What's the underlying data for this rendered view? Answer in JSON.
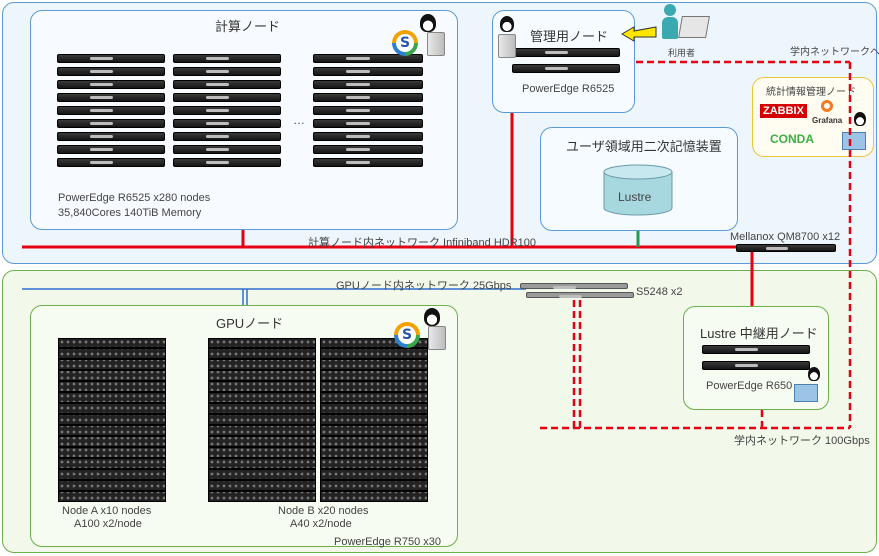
{
  "compute": {
    "title": "計算ノード",
    "ellipsis": "…",
    "model": "PowerEdge R6525 x280 nodes",
    "spec": "35,840Cores 140TiB Memory"
  },
  "management": {
    "title": "管理用ノード",
    "model": "PowerEdge R6525",
    "user_label": "利用者"
  },
  "campus_to": "学内ネットワークへ",
  "stats": {
    "title": "統計情報管理ノード",
    "logos": [
      "ZABBIX",
      "Grafana",
      "CONDA"
    ]
  },
  "storage": {
    "title": "ユーザ領域用二次記憶装置",
    "fs_label": "Lustre"
  },
  "ib_network": "計算ノード内ネットワーク Infiniband HDR100",
  "ib_switch": "Mellanox QM8700 x12",
  "gpu_network": "GPUノード内ネットワーク 25Gbps",
  "eth_switch": "S5248 x2",
  "gpu": {
    "title": "GPUノード",
    "node_a_line1": "Node A  x10 nodes",
    "node_a_line2": "A100 x2/node",
    "node_b_line1": "Node B x20 nodes",
    "node_b_line2": "A40 x2/node",
    "model": "PowerEdge R750 x30"
  },
  "lustre_relay": {
    "title": "Lustre 中継用ノード",
    "model": "PowerEdge R650"
  },
  "campus_network": "学内ネットワーク 100Gbps",
  "colors": {
    "infiniband": "#e60012",
    "campus_dash": "#e60012",
    "gpu_net": "#2f6fd0",
    "storage_link": "#1a9e4a",
    "upper_region_bg": "#eef6fd",
    "lower_region_bg": "#f2f8ea"
  }
}
